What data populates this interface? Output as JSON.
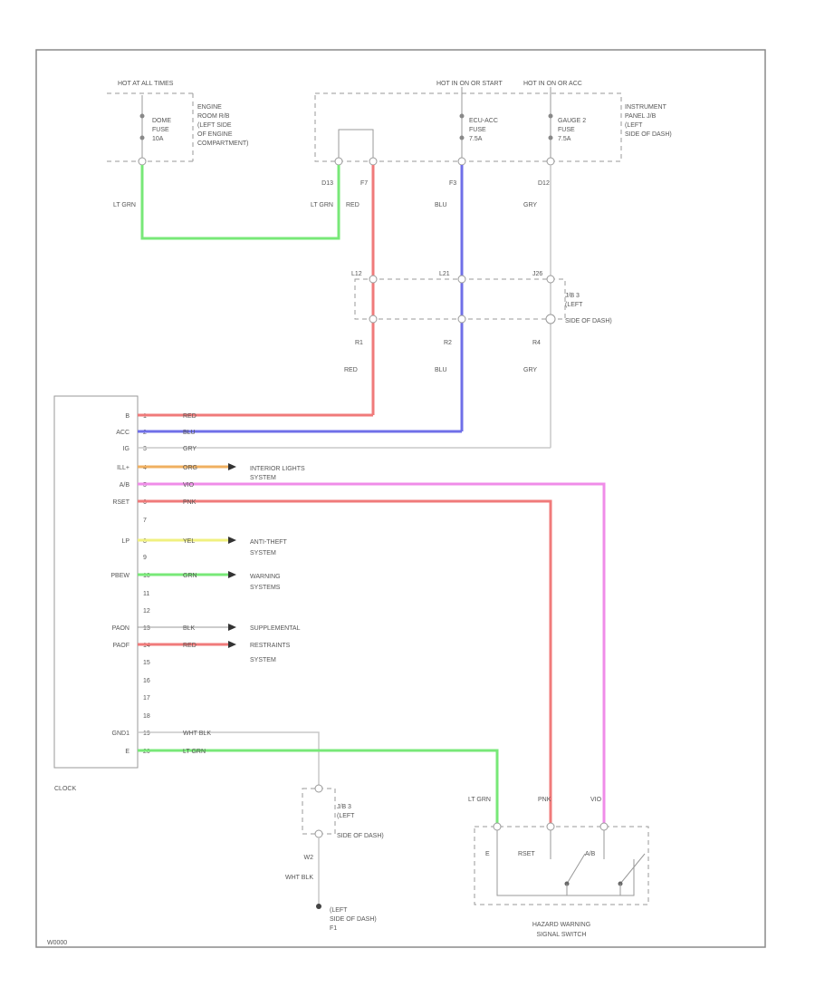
{
  "fuses": {
    "left_hot": "HOT AT ALL TIMES",
    "left_fuse": [
      "DOME",
      "FUSE",
      "10A"
    ],
    "left_location": [
      "ENGINE",
      "ROOM R/B",
      "(LEFT SIDE",
      "OF ENGINE",
      "COMPARTMENT)"
    ],
    "mid_hot": "HOT IN ON OR START",
    "mid_fuse": [
      "ECU-ACC",
      "FUSE",
      "7.5A"
    ],
    "right_hot": "HOT IN ON OR ACC",
    "right_fuse": [
      "GAUGE 2",
      "FUSE",
      "7.5A"
    ],
    "right_location": [
      "INSTRUMENT",
      "PANEL J/B",
      "(LEFT",
      "SIDE OF DASH)"
    ]
  },
  "pins": {
    "d13": "D13",
    "f7": "F7",
    "f3": "F3",
    "d12": "D12",
    "l12": "L12",
    "l21": "L21",
    "j26": "J26",
    "r1": "R1",
    "r2": "R2",
    "r4": "R4",
    "w2": "W2"
  },
  "wire_labels": {
    "lt_grn": "LT GRN",
    "red": "RED",
    "blu": "BLU",
    "gry": "GRY",
    "pnk": "PNK",
    "vio": "VIO",
    "wht_blk": "WHT BLK"
  },
  "junction_mid": [
    "J/B 3",
    "(LEFT",
    "SIDE OF DASH)"
  ],
  "junction_low": [
    "J/B 3",
    "(LEFT",
    "SIDE OF DASH)"
  ],
  "ground": [
    "(LEFT",
    "SIDE OF DASH)",
    "F1"
  ],
  "clock": {
    "title": "CLOCK",
    "rows": [
      {
        "name": "B",
        "pin": "1",
        "wire": "RED"
      },
      {
        "name": "ACC",
        "pin": "2",
        "wire": "BLU"
      },
      {
        "name": "IG",
        "pin": "3",
        "wire": "GRY"
      },
      {
        "name": "ILL+",
        "pin": "4",
        "wire": "ORG"
      },
      {
        "name": "A/B",
        "pin": "5",
        "wire": "VIO"
      },
      {
        "name": "RSET",
        "pin": "6",
        "wire": "PNK"
      },
      {
        "name": "",
        "pin": "7",
        "wire": ""
      },
      {
        "name": "LP",
        "pin": "8",
        "wire": "YEL"
      },
      {
        "name": "",
        "pin": "9",
        "wire": ""
      },
      {
        "name": "PBEW",
        "pin": "10",
        "wire": "GRN"
      },
      {
        "name": "",
        "pin": "11",
        "wire": ""
      },
      {
        "name": "",
        "pin": "12",
        "wire": ""
      },
      {
        "name": "PAON",
        "pin": "13",
        "wire": "BLK"
      },
      {
        "name": "PAOF",
        "pin": "14",
        "wire": "RED"
      },
      {
        "name": "",
        "pin": "15",
        "wire": ""
      },
      {
        "name": "",
        "pin": "16",
        "wire": ""
      },
      {
        "name": "",
        "pin": "17",
        "wire": ""
      },
      {
        "name": "",
        "pin": "18",
        "wire": ""
      },
      {
        "name": "GND1",
        "pin": "19",
        "wire": "WHT BLK"
      },
      {
        "name": "E",
        "pin": "20",
        "wire": "LT GRN"
      }
    ]
  },
  "systems": {
    "interior": [
      "INTERIOR LIGHTS",
      "SYSTEM"
    ],
    "antitheft": [
      "ANTI-THEFT",
      "SYSTEM"
    ],
    "warning": [
      "WARNING",
      "SYSTEMS"
    ],
    "srs": [
      "SUPPLEMENTAL",
      "RESTRAINTS",
      "SYSTEM"
    ]
  },
  "hazard": {
    "title": [
      "HAZARD WARNING",
      "SIGNAL SWITCH"
    ],
    "term_e": "E",
    "term_rset": "RSET",
    "term_ab": "A/B"
  },
  "footer_code": "W0000"
}
